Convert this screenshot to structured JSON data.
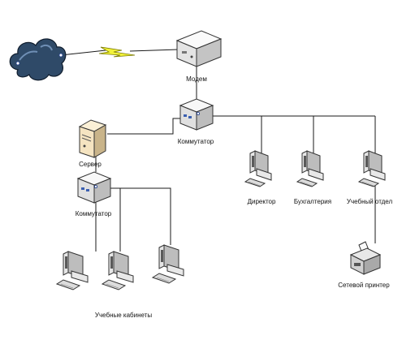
{
  "labels": {
    "modem": "Модем",
    "switch_main": "Коммутатор",
    "server": "Сервер",
    "switch_secondary": "Коммутатор",
    "director": "Директор",
    "accounting": "Бухгалтерия",
    "study_dept": "Учебный отдел",
    "network_printer": "Сетевой принтер",
    "classrooms": "Учебные кабинеты"
  },
  "colors": {
    "background": "#ffffff",
    "line": "#1a1a1a",
    "device_body": "#f2f2f2",
    "device_shade": "#bcbcbc",
    "cloud": "#2f4a68",
    "lightning": "#f2f23a",
    "server_body": "#f5e4c1"
  },
  "icons": {
    "internet": "cloud-icon",
    "link": "lightning-icon",
    "modem": "modem-icon",
    "switch": "switch-icon",
    "server": "server-icon",
    "workstation": "workstation-icon",
    "printer": "printer-icon"
  }
}
